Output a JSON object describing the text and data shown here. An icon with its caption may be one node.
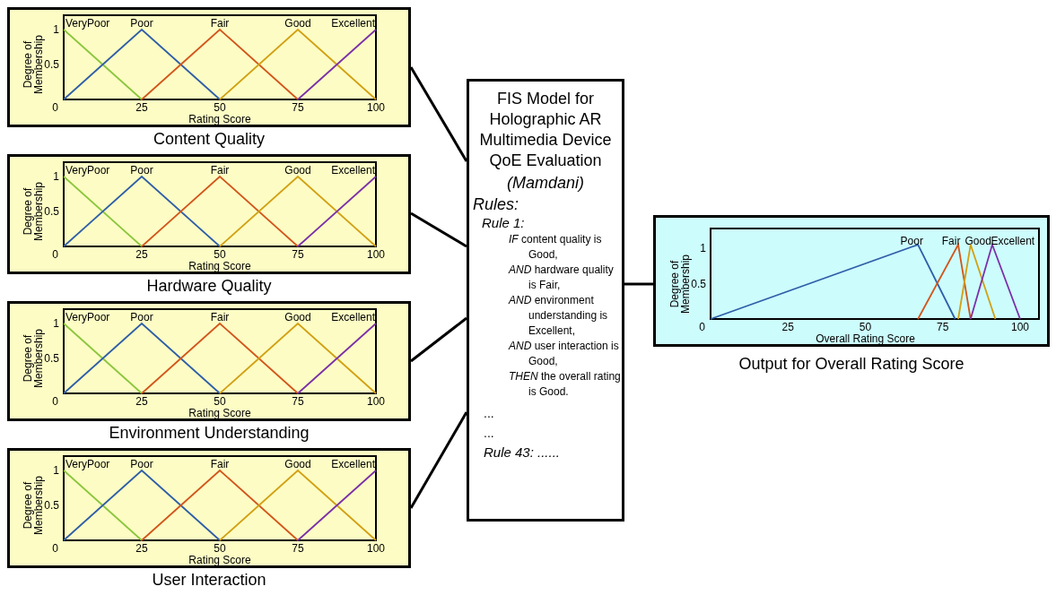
{
  "diagram": {
    "nodes": [
      {
        "text": [
          "Content Quality"
        ]
      },
      {
        "text": [
          "Hardware Quality"
        ]
      },
      {
        "text": [
          "Environment Understanding"
        ]
      },
      {
        "text": [
          "User Interaction"
        ]
      },
      {
        "text": [
          "FIS Model for Holographic AR Multimedia Device QoE Evaluation",
          "(Mamdani)",
          "Rules:",
          "Rule 1:",
          "*IF* content quality is Good,",
          "*AND* hardware quality is Fair,",
          "*AND* environment understanding is Excellent,",
          "*AND* user interaction is Good,",
          "*THEN* the overall rating is Good.",
          "...",
          "...",
          "Rule 43: ......"
        ]
      },
      {
        "text": [
          "Output for Overall Rating Score"
        ]
      }
    ],
    "edges": [
      {
        "from": 0,
        "to": 4,
        "arrow": "none"
      },
      {
        "from": 1,
        "to": 4,
        "arrow": "none"
      },
      {
        "from": 2,
        "to": 4,
        "arrow": "none"
      },
      {
        "from": 3,
        "to": 4,
        "arrow": "none"
      },
      {
        "from": 4,
        "to": 5,
        "arrow": "none"
      }
    ],
    "labels": [
      "VeryPoor",
      "Poor",
      "Fair",
      "Good",
      "Excellent",
      "1",
      "0.5",
      "Degree of Membership",
      "0",
      "25",
      "50",
      "75",
      "100",
      "Rating Score",
      "VeryPoor",
      "Poor",
      "Fair",
      "Good",
      "Excellent",
      "1",
      "0.5",
      "Degree of Membership",
      "0",
      "25",
      "50",
      "75",
      "100",
      "Rating Score",
      "VeryPoor",
      "Poor",
      "Fair",
      "Good",
      "Excellent",
      "1",
      "0.5",
      "Degree of Membership",
      "0",
      "25",
      "50",
      "75",
      "100",
      "Rating Score",
      "VeryPoor",
      "Poor",
      "Fair",
      "Good",
      "Excellent",
      "1",
      "0.5",
      "Degree of Membership",
      "0",
      "25",
      "50",
      "75",
      "100",
      "Rating Score",
      "Poor",
      "Fair",
      "Good",
      "Excellent",
      "1",
      "0.5",
      "Degree of Membership",
      "0",
      "25",
      "50",
      "75",
      "100",
      "Overall Rating Score"
    ]
  }
}
